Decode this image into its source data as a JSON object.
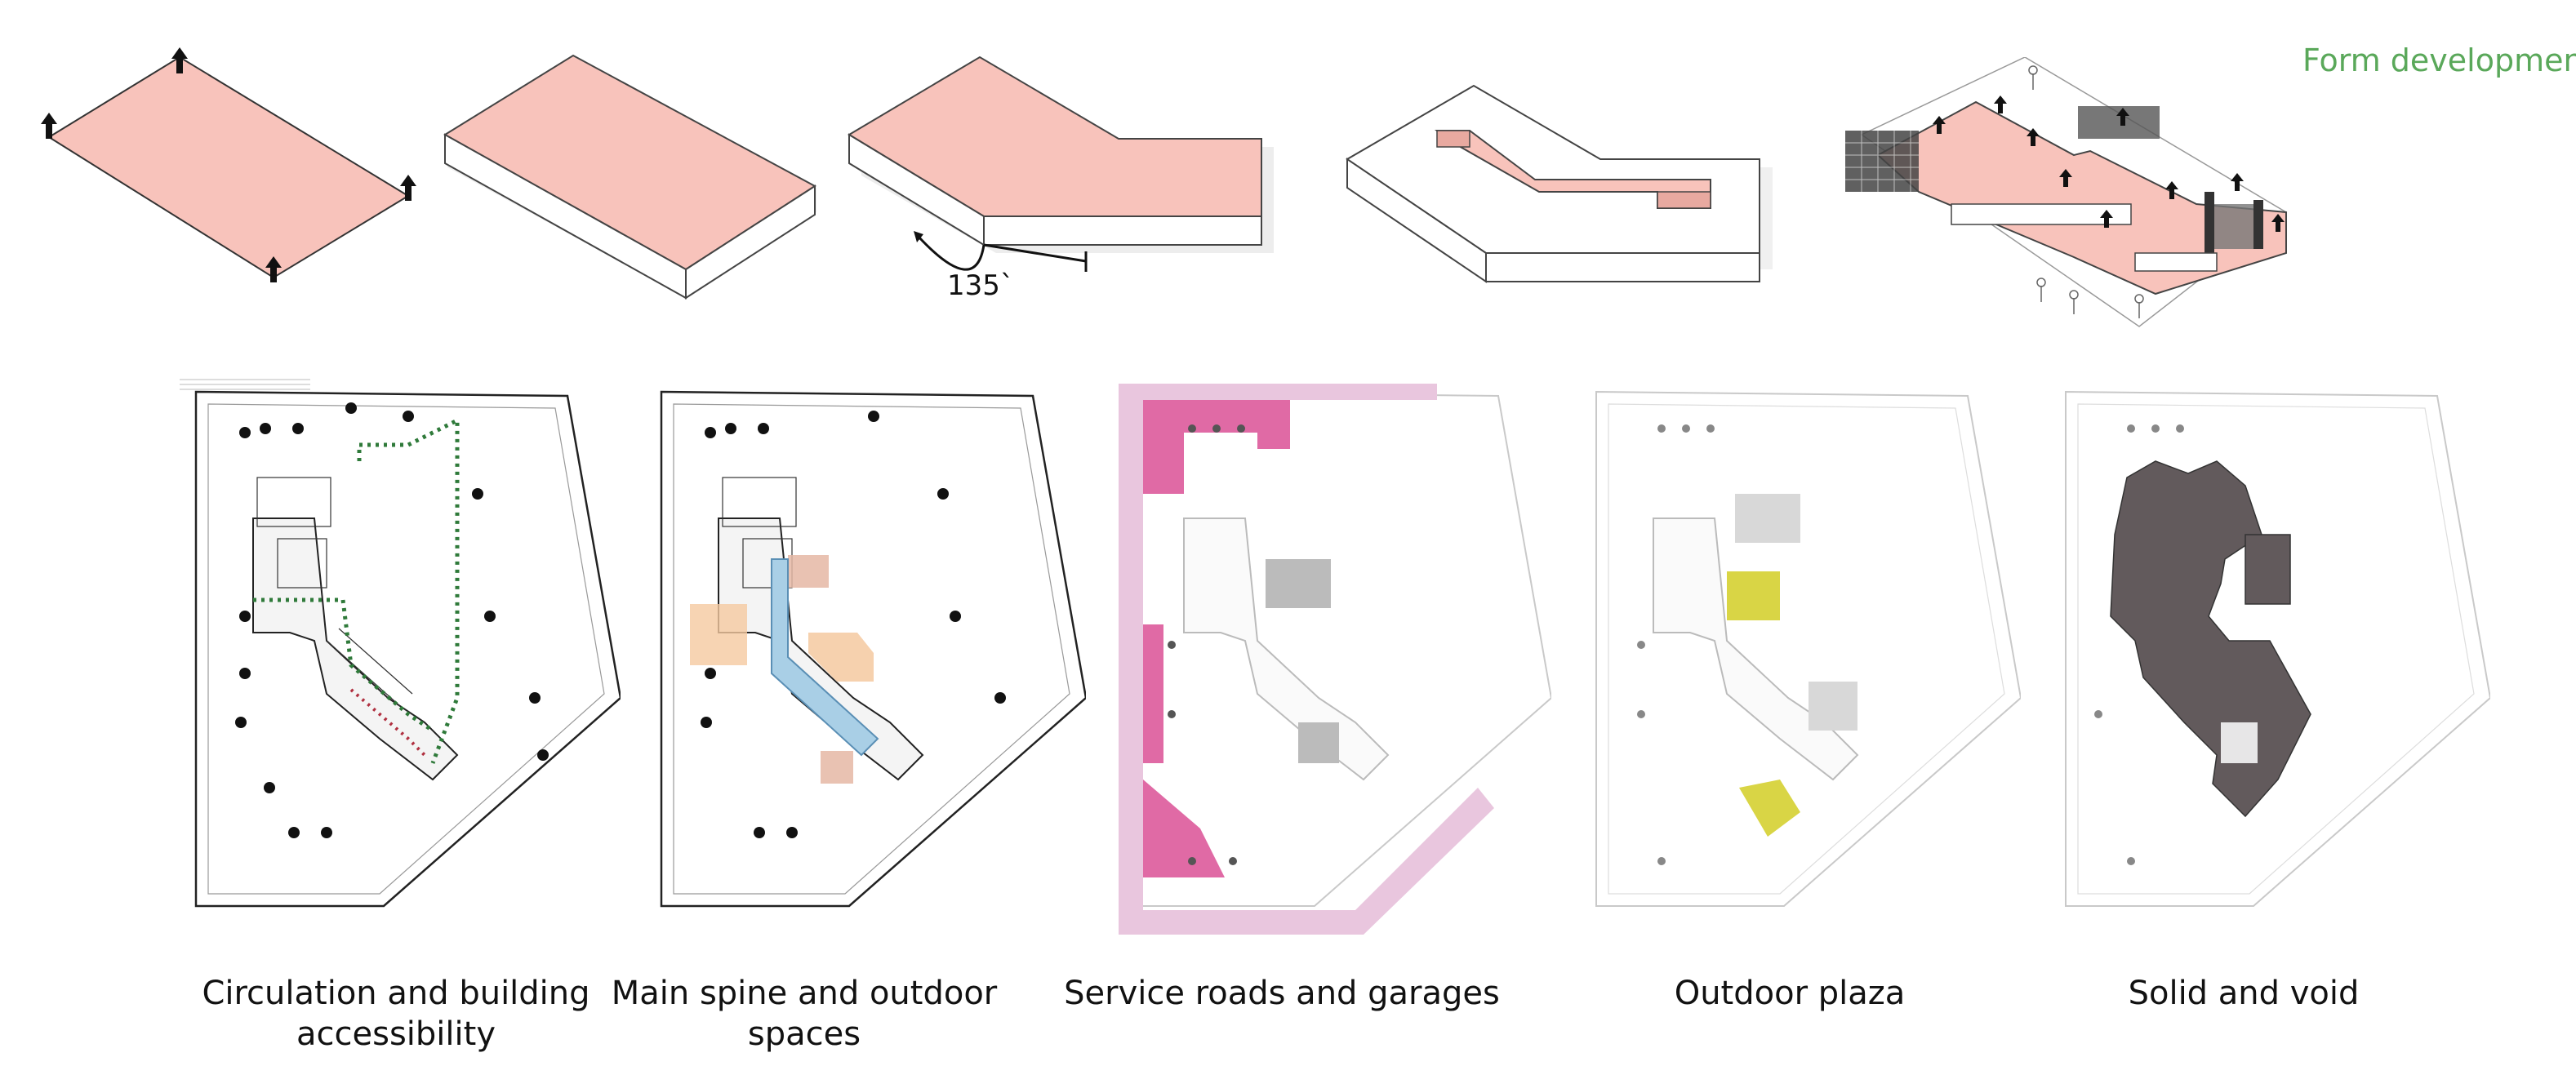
{
  "header": {
    "title": "Form development"
  },
  "form_steps": [
    {
      "step": 1,
      "description": "base-plane-with-corner-arrows"
    },
    {
      "step": 2,
      "description": "extruded-block"
    },
    {
      "step": 3,
      "description": "bent-block"
    },
    {
      "step": 4,
      "description": "carved-courtyard"
    },
    {
      "step": 5,
      "description": "final-massing"
    }
  ],
  "annotations": {
    "angle_label": "135`"
  },
  "plans": [
    {
      "caption": "Circulation and building accessibility",
      "highlight_color": "#2f7a3a"
    },
    {
      "caption": "Main spine and outdoor spaces",
      "highlight_color": "#f5c9a0"
    },
    {
      "caption": "Service roads and garages",
      "highlight_color": "#e48ab8"
    },
    {
      "caption": "Outdoor plaza",
      "highlight_color": "#d9d545"
    },
    {
      "caption": "Solid and void",
      "highlight_color": "#625a5c"
    }
  ],
  "colors": {
    "massing_top": "#f8c3bb",
    "massing_side": "#ffffff",
    "line": "#555555"
  }
}
